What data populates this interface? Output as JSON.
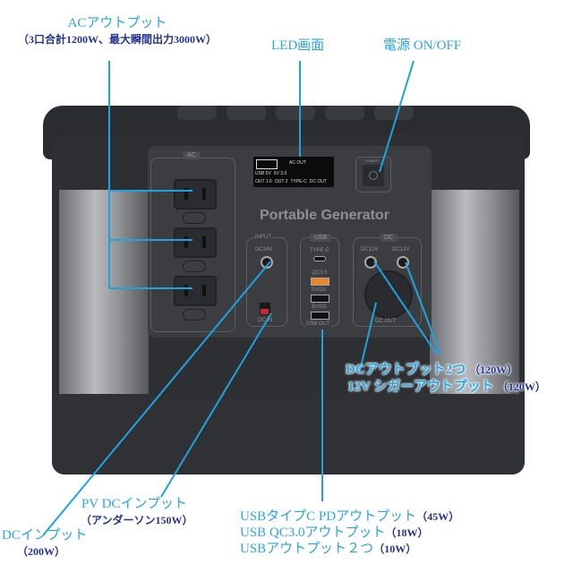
{
  "annotations": {
    "ac_output": {
      "title": "ACアウトプット",
      "detail": "（3口合計1200W、最大瞬間出力3000W）"
    },
    "led_screen": {
      "title": "LED画面"
    },
    "power_switch": {
      "title": "電源 ON/OFF"
    },
    "dc_output": {
      "title": "DCアウトプット2つ",
      "detail": "（120W）"
    },
    "cigar_output": {
      "title": "12V シガーアウトプット",
      "detail": "（120W）"
    },
    "pv_input": {
      "title": "PV DCインプット",
      "detail": "（アンダーソン150W）"
    },
    "dc_input": {
      "title": "DCインプット",
      "detail": "（200W）"
    },
    "usb_outputs": [
      {
        "title": "USBタイプC PDアウトプット",
        "detail": "（45W）"
      },
      {
        "title": "USB QC3.0アウトプット",
        "detail": "（18W）"
      },
      {
        "title": "USBアウトプット２つ",
        "detail": "（10W）"
      }
    ]
  },
  "device": {
    "name": "Portable Generator",
    "ac_tag": "AC",
    "input_tag": "INPUT",
    "input_port": "DC24V",
    "pv_port": "DC IN",
    "usb_tag": "USB",
    "usb_ports": [
      "TYPE-C",
      "QC3.0",
      "5V/2A",
      "5V/2A"
    ],
    "usb_footer": "USB OUT",
    "dc_tag": "DC",
    "dc_ports": [
      "DC12V",
      "DC12V"
    ],
    "dc_footer": "DC OUT",
    "power_label": "POWER",
    "lcd": {
      "row1": "AC OUT",
      "row2a": "USB 5V",
      "row2b": "5V 3.0",
      "row3a": "OUT 1.6",
      "row3b": "OUT 2",
      "row3c": "TYPE-C",
      "row3d": "DC OUT"
    }
  },
  "colors": {
    "line": "#1ea3e0",
    "label": "#27a6e2",
    "sub": "#25338f"
  }
}
